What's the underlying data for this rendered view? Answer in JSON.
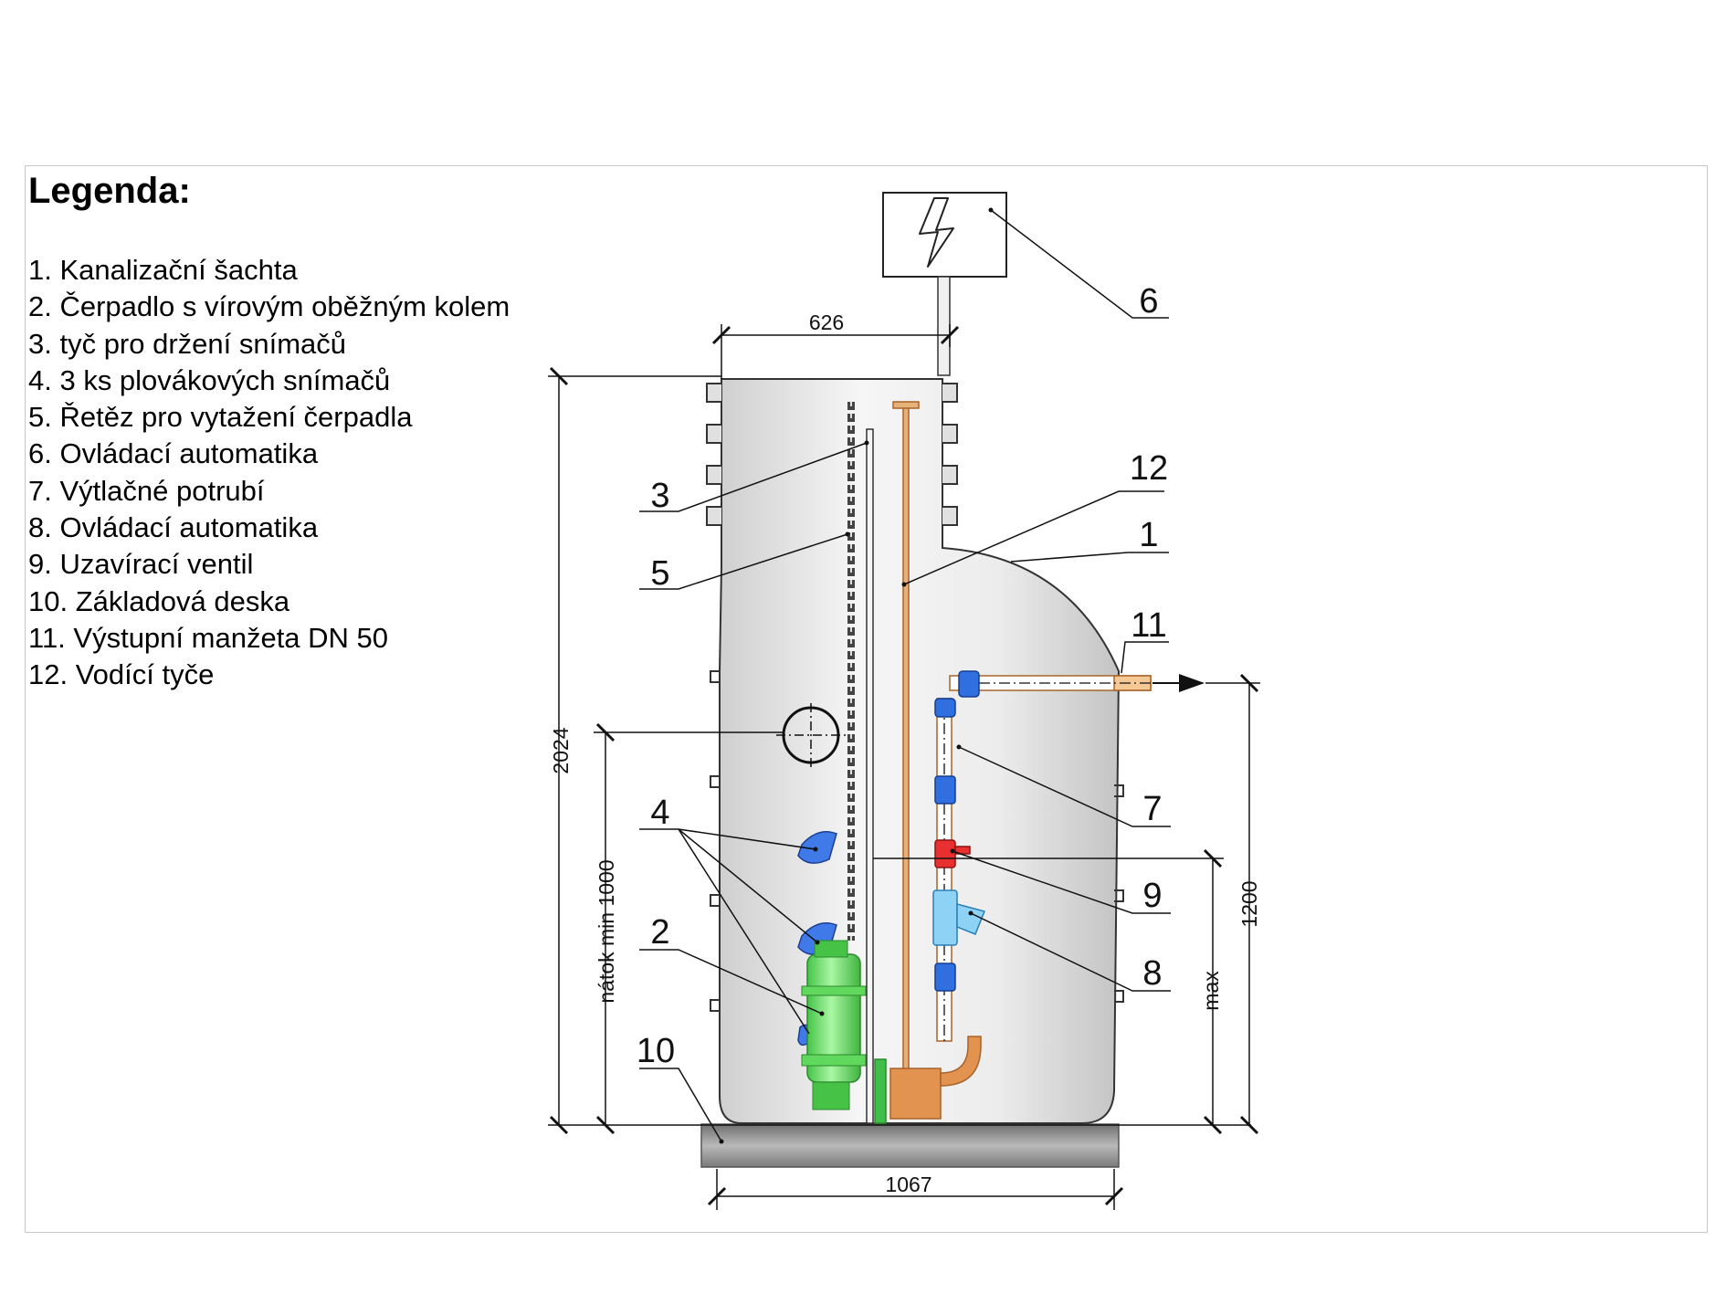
{
  "legend": {
    "title": "Legenda:",
    "items": [
      "1.  Kanalizační šachta",
      "2.  Čerpadlo s vírovým oběžným kolem",
      "3.  tyč pro držení snímačů",
      "4.  3 ks plovákových snímačů",
      "5.  Řetěz pro vytažení čerpadla",
      "6.  Ovládací automatika",
      "7.  Výtlačné potrubí",
      "8.  Ovládací automatika",
      "9.  Uzavírací ventil",
      "10. Základová deska",
      "11. Výstupní manžeta DN 50",
      "12. Vodící tyče"
    ]
  },
  "callouts": {
    "c1": "1",
    "c2": "2",
    "c3": "3",
    "c4": "4",
    "c5": "5",
    "c6": "6",
    "c7": "7",
    "c8": "8",
    "c9": "9",
    "c10": "10",
    "c11": "11",
    "c12": "12"
  },
  "dimensions": {
    "top_width": "626",
    "base_width": "1067",
    "total_height": "2024",
    "inflow": "nátok min 1000",
    "outlet_height": "1200",
    "max_level": "max"
  },
  "colors": {
    "pump": "#7ef07a",
    "fittings": "#2f6fe0",
    "valve": "#e83030",
    "check_valve": "#8ed3f5",
    "pipe": "#d58a3c",
    "base_plate": "#8c8c8c",
    "shaft": "#e6e6e6"
  },
  "icons": {
    "control_box": "lightning-bolt-icon"
  }
}
